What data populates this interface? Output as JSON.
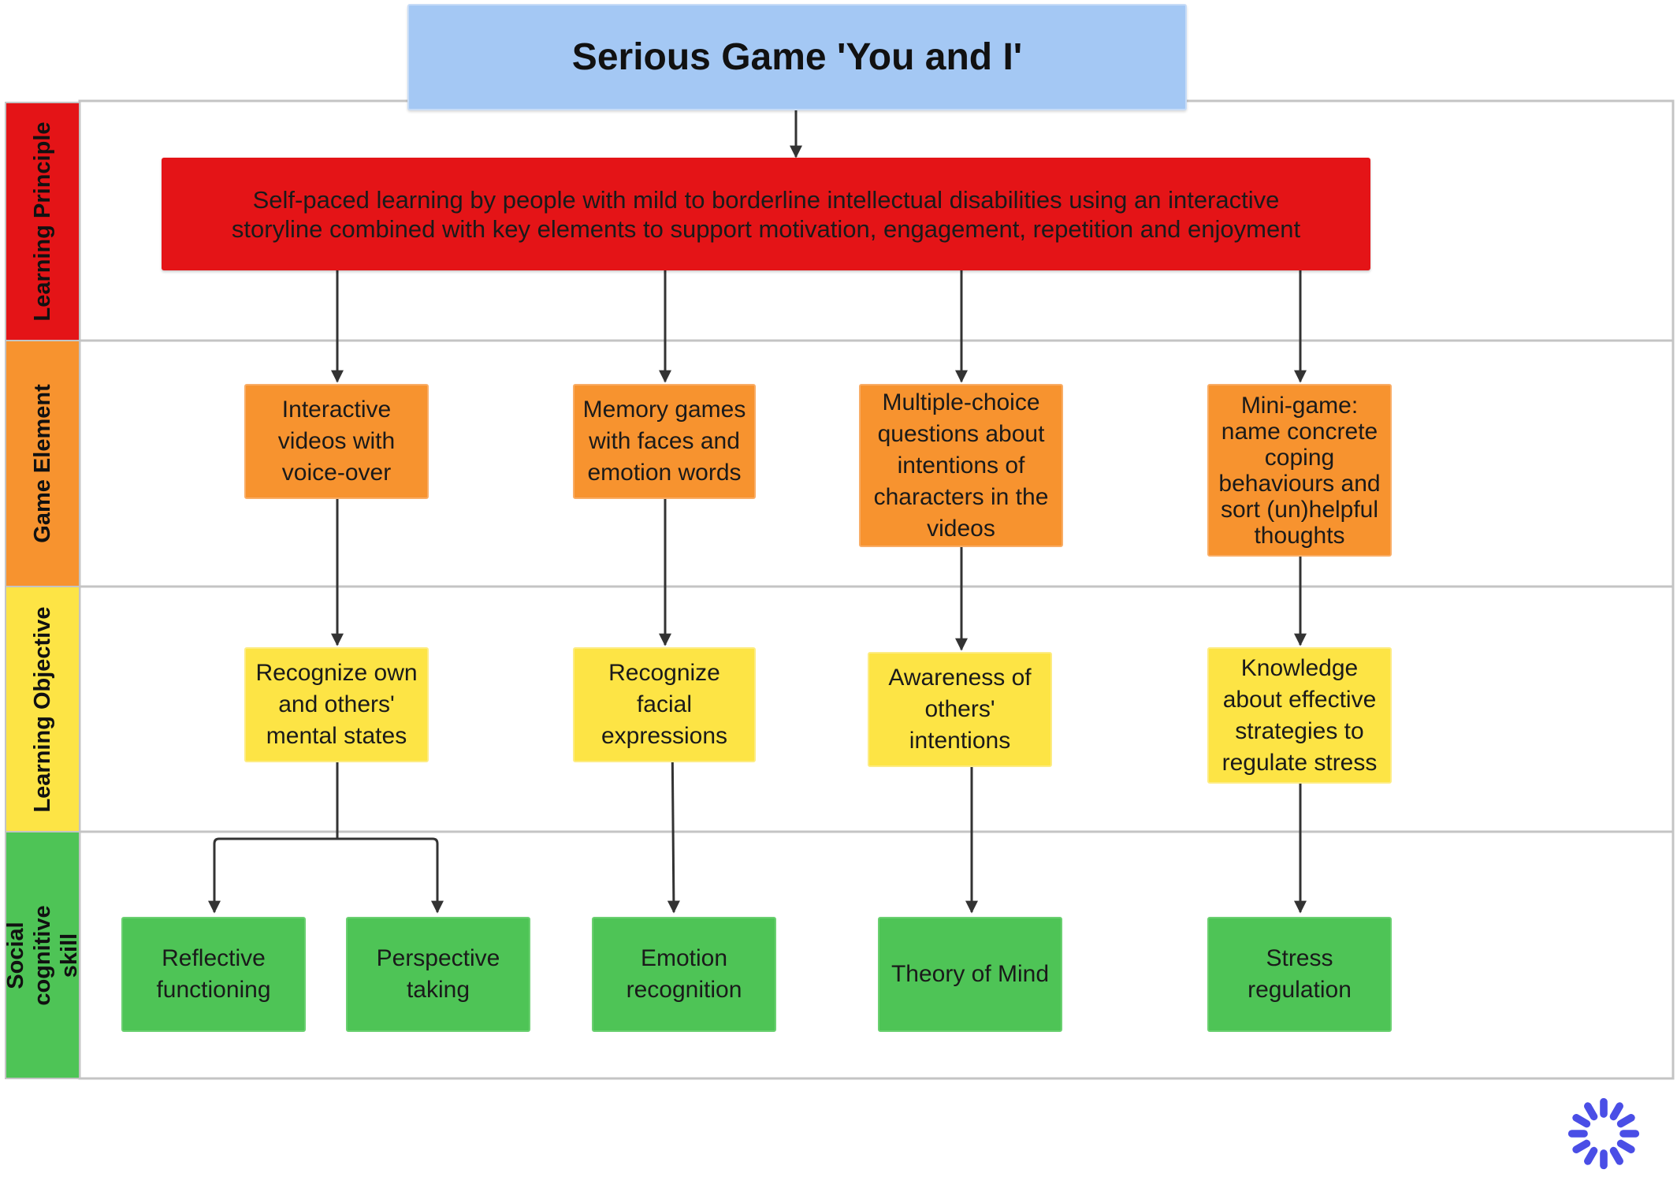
{
  "title": "Serious Game 'You and I'",
  "rows": [
    {
      "label": "Learning Principle",
      "color": "#e41417"
    },
    {
      "label": "Game Element",
      "color": "#f7932f"
    },
    {
      "label": "Learning Objective",
      "color": "#fde445"
    },
    {
      "label": "Social cognitive\nskill",
      "color": "#4ec456"
    }
  ],
  "learning_principle": "Self-paced learning by people with mild to borderline intellectual disabilities using an interactive\nstoryline combined with key elements to support motivation, engagement, repetition and enjoyment",
  "game_elements": [
    "Interactive\nvideos with\nvoice-over",
    "Memory games\nwith faces and\nemotion words",
    "Multiple-choice\nquestions about\nintentions of\ncharacters in the\nvideos",
    "Mini-game:\nname concrete\ncoping\nbehaviours and\nsort (un)helpful\nthoughts"
  ],
  "learning_objectives": [
    "Recognize own\nand others'\nmental states",
    "Recognize\nfacial\nexpressions",
    "Awareness of\nothers'\nintentions",
    "Knowledge\nabout effective\nstrategies to\nregulate stress"
  ],
  "skills": [
    "Reflective\nfunctioning",
    "Perspective\ntaking",
    "Emotion\nrecognition",
    "Theory of Mind",
    "Stress\nregulation"
  ],
  "logo_icon": "asterisk-flower-icon",
  "colors": {
    "title_bg": "#a4c8f4",
    "principle": "#e41417",
    "game_element": "#f7932f",
    "objective": "#fde445",
    "skill": "#4ec456",
    "logo": "#4a4ee6"
  }
}
